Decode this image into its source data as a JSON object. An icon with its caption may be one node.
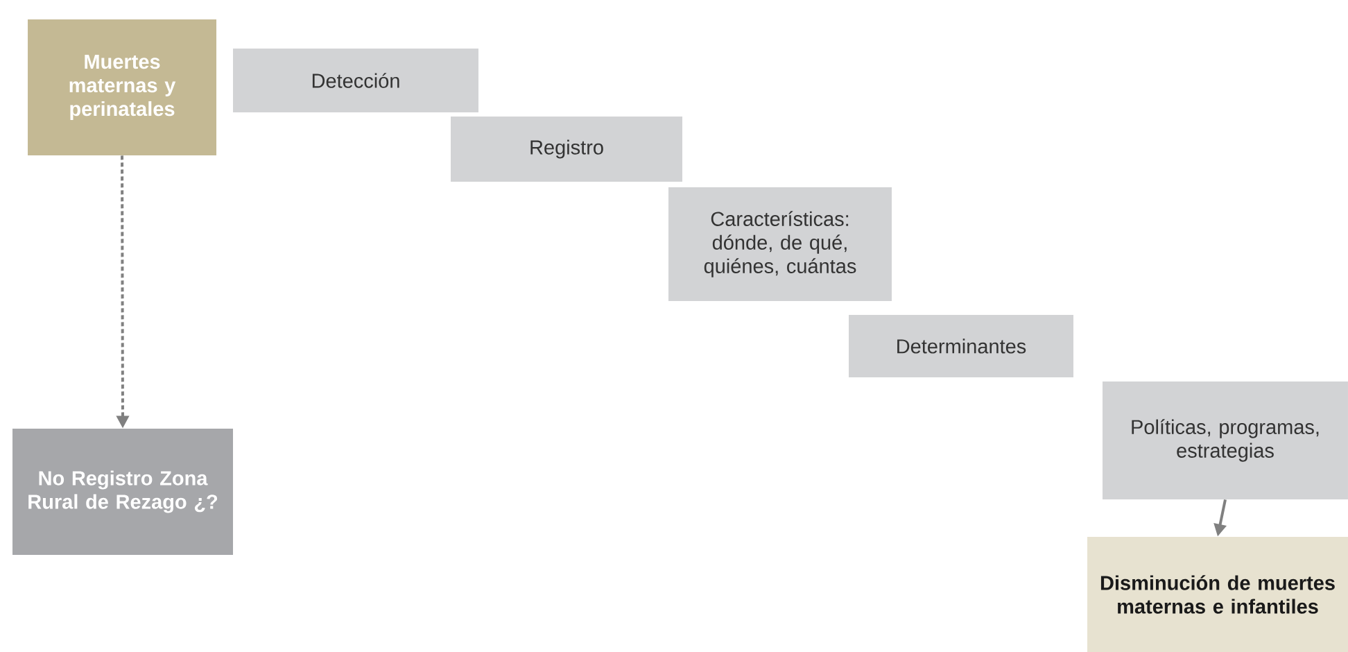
{
  "diagram": {
    "nodes": [
      {
        "text": [
          "Muertes maternas y perinatales"
        ]
      },
      {
        "text": [
          "Detección"
        ]
      },
      {
        "text": [
          "Registro"
        ]
      },
      {
        "text": [
          "Características: dónde, de qué, quiénes, cuántas"
        ]
      },
      {
        "text": [
          "Determinantes"
        ]
      },
      {
        "text": [
          "Políticas, programas, estrategias"
        ]
      },
      {
        "text": [
          "Disminución de muertes maternas e infantiles"
        ]
      },
      {
        "text": [
          "No Registro Zona Rural de Rezago ¿?"
        ]
      }
    ],
    "edges": [
      {
        "from": 0,
        "to": 7,
        "arrow": "to",
        "style": "dashed"
      },
      {
        "from": 5,
        "to": 6,
        "arrow": "to"
      }
    ]
  }
}
